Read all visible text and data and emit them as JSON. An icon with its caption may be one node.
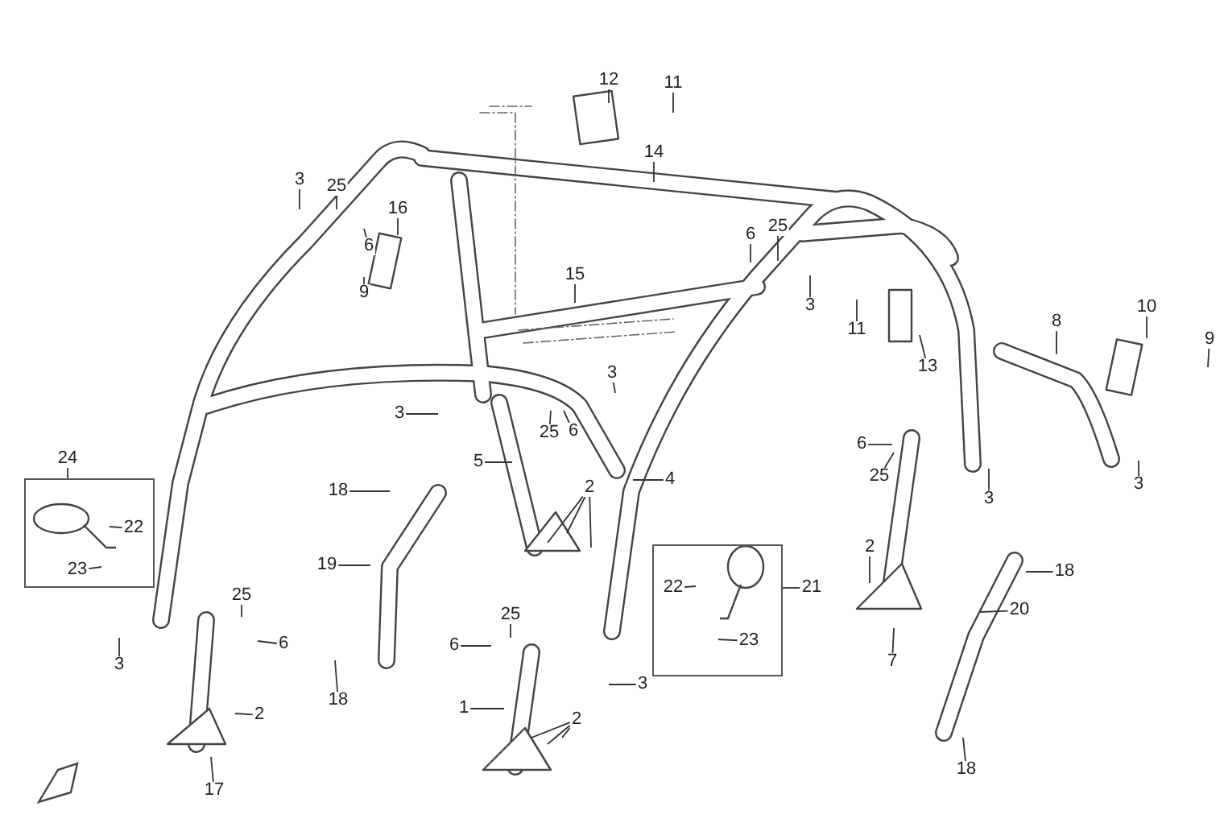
{
  "diagram": {
    "nodes": [
      {
        "text": [
          "12"
        ]
      },
      {
        "text": [
          "11"
        ]
      },
      {
        "text": [
          "14"
        ]
      },
      {
        "text": [
          "3"
        ]
      },
      {
        "text": [
          "25"
        ]
      },
      {
        "text": [
          "16"
        ]
      },
      {
        "text": [
          "6"
        ]
      },
      {
        "text": [
          "25"
        ]
      },
      {
        "text": [
          "6"
        ]
      },
      {
        "text": [
          "9"
        ]
      },
      {
        "text": [
          "15"
        ]
      },
      {
        "text": [
          "3"
        ]
      },
      {
        "text": [
          "11"
        ]
      },
      {
        "text": [
          "8"
        ]
      },
      {
        "text": [
          "10"
        ]
      },
      {
        "text": [
          "9"
        ]
      },
      {
        "text": [
          "13"
        ]
      },
      {
        "text": [
          "3"
        ]
      },
      {
        "text": [
          "3"
        ]
      },
      {
        "text": [
          "25"
        ]
      },
      {
        "text": [
          "6"
        ]
      },
      {
        "text": [
          "6"
        ]
      },
      {
        "text": [
          "24"
        ]
      },
      {
        "text": [],
        "shape": "box"
      },
      {
        "text": [
          "22"
        ],
        "in": 23
      },
      {
        "text": [
          "23"
        ],
        "in": 23
      },
      {
        "text": [
          "5"
        ]
      },
      {
        "text": [
          "4"
        ]
      },
      {
        "text": [
          "25"
        ]
      },
      {
        "text": [
          "18"
        ]
      },
      {
        "text": [
          "3"
        ]
      },
      {
        "text": [
          "3"
        ]
      },
      {
        "text": [
          "2"
        ]
      },
      {
        "text": [
          "2"
        ]
      },
      {
        "text": [],
        "shape": "box"
      },
      {
        "text": [
          "22"
        ],
        "in": 34
      },
      {
        "text": [
          "23"
        ],
        "in": 34
      },
      {
        "text": [
          "21"
        ]
      },
      {
        "text": [
          "19"
        ]
      },
      {
        "text": [
          "18"
        ]
      },
      {
        "text": [
          "25"
        ]
      },
      {
        "text": [
          "20"
        ]
      },
      {
        "text": [
          "25"
        ]
      },
      {
        "text": [
          "6"
        ]
      },
      {
        "text": [
          "6"
        ]
      },
      {
        "text": [
          "7"
        ]
      },
      {
        "text": [
          "3"
        ]
      },
      {
        "text": [
          "3"
        ]
      },
      {
        "text": [
          "18"
        ]
      },
      {
        "text": [
          "1"
        ]
      },
      {
        "text": [
          "2"
        ]
      },
      {
        "text": [
          "2"
        ]
      },
      {
        "text": [
          "18"
        ]
      },
      {
        "text": [
          "17"
        ]
      }
    ],
    "edges": [
      {
        "from": 0,
        "to": null,
        "arrow": "none"
      },
      {
        "from": 1,
        "to": null,
        "arrow": "none"
      },
      {
        "from": 2,
        "to": null,
        "arrow": "none"
      },
      {
        "from": 3,
        "to": null,
        "arrow": "none"
      },
      {
        "from": 4,
        "to": null,
        "arrow": "none"
      },
      {
        "from": 5,
        "to": null,
        "arrow": "none"
      },
      {
        "from": 6,
        "to": null,
        "arrow": "none"
      },
      {
        "from": 7,
        "to": null,
        "arrow": "none"
      },
      {
        "from": 8,
        "to": null,
        "arrow": "none"
      },
      {
        "from": 9,
        "to": null,
        "arrow": "none"
      },
      {
        "from": 10,
        "to": null,
        "arrow": "none"
      },
      {
        "from": 11,
        "to": null,
        "arrow": "none"
      },
      {
        "from": 12,
        "to": null,
        "arrow": "none"
      },
      {
        "from": 13,
        "to": null,
        "arrow": "none"
      },
      {
        "from": 14,
        "to": null,
        "arrow": "none"
      },
      {
        "from": 15,
        "to": null,
        "arrow": "none"
      },
      {
        "from": 16,
        "to": null,
        "arrow": "none"
      },
      {
        "from": 17,
        "to": null,
        "arrow": "none"
      },
      {
        "from": 18,
        "to": null,
        "arrow": "none"
      },
      {
        "from": 19,
        "to": null,
        "arrow": "none"
      },
      {
        "from": 20,
        "to": null,
        "arrow": "none"
      },
      {
        "from": 21,
        "to": null,
        "arrow": "none"
      },
      {
        "from": 22,
        "to": 23,
        "arrow": "none"
      },
      {
        "from": 24,
        "to": null,
        "arrow": "none"
      },
      {
        "from": 25,
        "to": null,
        "arrow": "none"
      },
      {
        "from": 26,
        "to": null,
        "arrow": "none"
      },
      {
        "from": 27,
        "to": null,
        "arrow": "none"
      },
      {
        "from": 28,
        "to": null,
        "arrow": "none"
      },
      {
        "from": 29,
        "to": null,
        "arrow": "none"
      },
      {
        "from": 30,
        "to": null,
        "arrow": "none"
      },
      {
        "from": 31,
        "to": null,
        "arrow": "none"
      },
      {
        "from": 32,
        "to": null,
        "arrow": "none"
      },
      {
        "from": 32,
        "to": null,
        "arrow": "none"
      },
      {
        "from": 32,
        "to": null,
        "arrow": "none"
      },
      {
        "from": 33,
        "to": null,
        "arrow": "none"
      },
      {
        "from": 35,
        "to": null,
        "arrow": "none"
      },
      {
        "from": 36,
        "to": null,
        "arrow": "none"
      },
      {
        "from": 37,
        "to": 34,
        "arrow": "none"
      },
      {
        "from": 38,
        "to": null,
        "arrow": "none"
      },
      {
        "from": 39,
        "to": null,
        "arrow": "none"
      },
      {
        "from": 40,
        "to": null,
        "arrow": "none"
      },
      {
        "from": 41,
        "to": null,
        "arrow": "none"
      },
      {
        "from": 42,
        "to": null,
        "arrow": "none"
      },
      {
        "from": 43,
        "to": null,
        "arrow": "none"
      },
      {
        "from": 44,
        "to": null,
        "arrow": "none"
      },
      {
        "from": 45,
        "to": null,
        "arrow": "none"
      },
      {
        "from": 46,
        "to": null,
        "arrow": "none"
      },
      {
        "from": 47,
        "to": null,
        "arrow": "none"
      },
      {
        "from": 48,
        "to": null,
        "arrow": "none"
      },
      {
        "from": 49,
        "to": null,
        "arrow": "none"
      },
      {
        "from": 50,
        "to": null,
        "arrow": "none"
      },
      {
        "from": 51,
        "to": null,
        "arrow": "none"
      },
      {
        "from": 51,
        "to": null,
        "arrow": "none"
      },
      {
        "from": 51,
        "to": null,
        "arrow": "none"
      },
      {
        "from": 52,
        "to": null,
        "arrow": "none"
      },
      {
        "from": 53,
        "to": null,
        "arrow": "none"
      }
    ]
  }
}
